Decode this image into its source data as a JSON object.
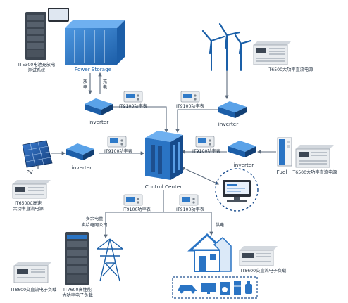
{
  "labels": {
    "it5300_line1": "IT5300电池充放电",
    "it5300_line2": "测试系统",
    "power_storage": "Power Storage",
    "discharge_1": "放",
    "discharge_2": "电",
    "charge_1": "充",
    "charge_2": "电",
    "inverter_top_left": "inverter",
    "inverter_top_right": "inverter",
    "inverter_mid_left": "inverter",
    "inverter_mid_right": "inverter",
    "it9100_1": "IT9100功率表",
    "it9100_2": "IT9100功率表",
    "it9100_3": "IT9100功率表",
    "it9100_4": "IT9100功率表",
    "it9100_5": "IT9100功率表",
    "it9100_6": "IT9100功率表",
    "it6500_wind": "IT6500大功率直流电源",
    "it6500_fuel": "IT6500大功率直流电源",
    "pv": "PV",
    "fuel": "Fuel",
    "it6500c_line1": "IT6500C高速",
    "it6500c_line2": "大功率直流电源",
    "control_center": "Control Center",
    "grid_line1": "多余电量",
    "grid_line2": "卖给电网公司",
    "power_supply": "供电",
    "it8600_left": "IT8600交直流电子负载",
    "it7600_line1": "IT7600高性能",
    "it7600_line2": "大功率电子负载",
    "it8600_right": "IT8600交直流电子负载"
  },
  "colors": {
    "accent_blue": "#2a74c4",
    "dark_blue": "#1d4f8f",
    "arrow": "#5c6b7d",
    "instrument": "#e9ecef"
  },
  "icons": {
    "wind": "wind-turbine-icon",
    "tower": "power-tower-icon",
    "house": "house-icon",
    "computer": "monitor-icon"
  }
}
